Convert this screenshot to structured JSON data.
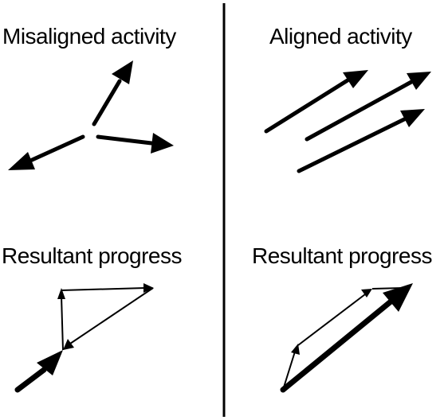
{
  "panels": {
    "misaligned": {
      "title": "Misaligned activity"
    },
    "aligned": {
      "title": "Aligned activity"
    },
    "misaligned_result": {
      "title": "Resultant progress"
    },
    "aligned_result": {
      "title": "Resultant progress"
    }
  },
  "colors": {
    "ink": "#000000",
    "background": "#ffffff"
  }
}
